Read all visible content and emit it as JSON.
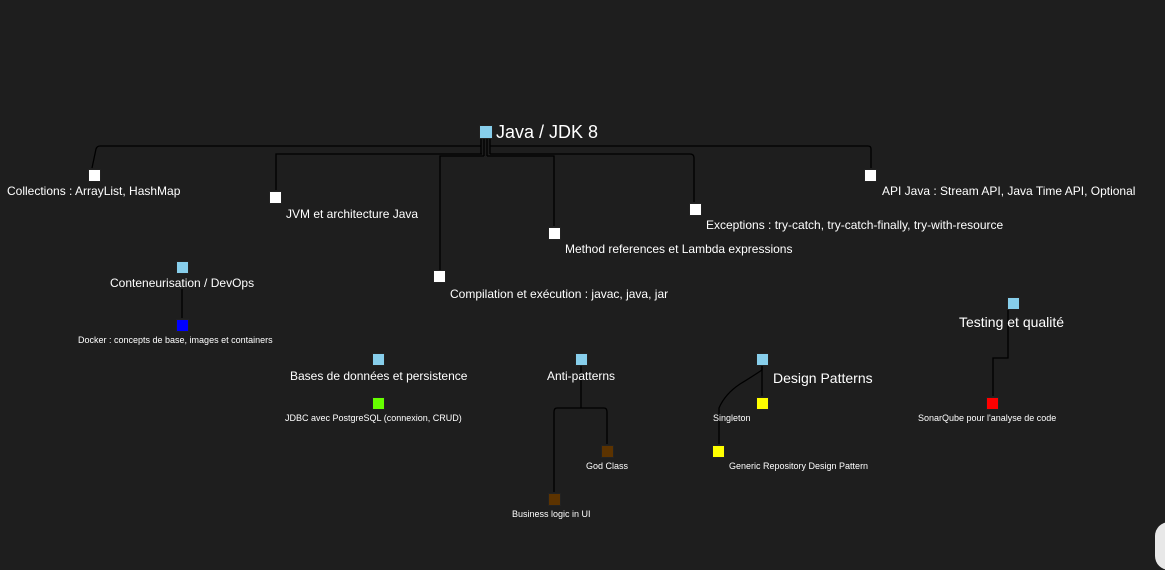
{
  "root": {
    "label": "Java / JDK 8",
    "color": "#87ceeb"
  },
  "branches": [
    {
      "id": "collections",
      "label": "Collections : ArrayList, HashMap",
      "color": "#ffffff"
    },
    {
      "id": "jvm",
      "label": "JVM et architecture Java",
      "color": "#ffffff"
    },
    {
      "id": "compilation",
      "label": "Compilation et exécution : javac, java, jar",
      "color": "#ffffff"
    },
    {
      "id": "method_refs",
      "label": "Method references et Lambda expressions",
      "color": "#ffffff"
    },
    {
      "id": "exceptions",
      "label": "Exceptions : try-catch, try-catch-finally, try-with-resource",
      "color": "#ffffff"
    },
    {
      "id": "api",
      "label": "API Java : Stream API, Java Time API, Optional",
      "color": "#ffffff"
    }
  ],
  "groups": {
    "devops": {
      "label": "Conteneurisation / DevOps",
      "color": "#87ceeb",
      "child": {
        "label": "Docker : concepts de base, images et containers",
        "color": "#0000ff"
      }
    },
    "db": {
      "label": "Bases de données et persistence",
      "color": "#87ceeb",
      "child": {
        "label": "JDBC avec PostgreSQL (connexion, CRUD)",
        "color": "#66ff00"
      }
    },
    "antipatterns": {
      "label": "Anti-patterns",
      "color": "#87ceeb",
      "children": [
        {
          "label": "God Class",
          "color": "#5c3300"
        },
        {
          "label": "Business logic in UI",
          "color": "#5c3300"
        }
      ]
    },
    "design": {
      "label": "Design Patterns",
      "color": "#87ceeb",
      "children": [
        {
          "label": "Singleton",
          "color": "#ffff00"
        },
        {
          "label": "Generic Repository Design Pattern",
          "color": "#ffff00"
        }
      ]
    },
    "testing": {
      "label": "Testing et qualité",
      "color": "#87ceeb",
      "child": {
        "label": "SonarQube pour l'analyse de code",
        "color": "#ff0000"
      }
    }
  }
}
